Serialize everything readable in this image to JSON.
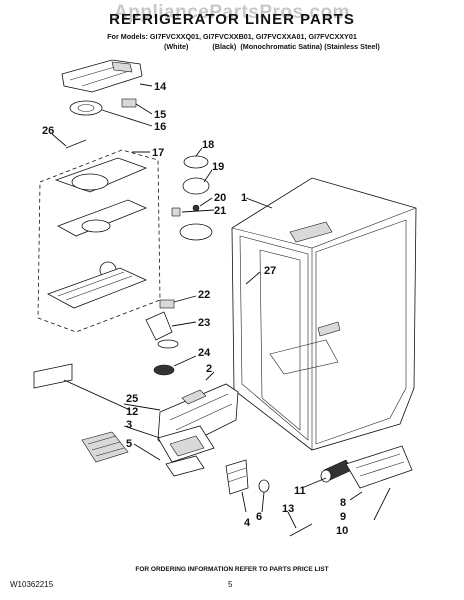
{
  "watermark": "AppliancePartsPros.com",
  "title": "REFRIGERATOR LINER PARTS",
  "models_line": "For Models: GI7FVCXXQ01, GI7FVCXXB01, GI7FVCXXA01, GI7FVCXXY01",
  "variants": [
    "(White)",
    "(Black)",
    "(Monochromatic Satina)",
    "(Stainless Steel)"
  ],
  "callouts": {
    "c1": "1",
    "c2": "2",
    "c3": "3",
    "c4": "4",
    "c5": "5",
    "c6": "6",
    "c8": "8",
    "c9": "9",
    "c10": "10",
    "c11": "11",
    "c12": "12",
    "c13": "13",
    "c14": "14",
    "c15": "15",
    "c16": "16",
    "c17": "17",
    "c18": "18",
    "c19": "19",
    "c20": "20",
    "c21": "21",
    "c22": "22",
    "c23": "23",
    "c24": "24",
    "c25": "25",
    "c26": "26",
    "c27": "27"
  },
  "footer": "FOR ORDERING INFORMATION REFER TO PARTS PRICE LIST",
  "doc_number": "W10362215",
  "page_number": "5"
}
